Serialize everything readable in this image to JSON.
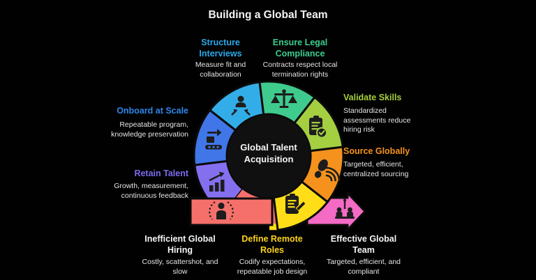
{
  "title": "Building a Global Team",
  "center_label": "Global Talent Acquisition",
  "ring_steps": [
    {
      "label": "Structure Interviews",
      "desc": "Measure fit and collaboration",
      "label_color": "#29A9E8",
      "segment_color": "#33ADE8",
      "icon": "person-arrows-icon"
    },
    {
      "label": "Ensure Legal Compliance",
      "desc": "Contracts respect local termination rights",
      "label_color": "#3BCE8E",
      "segment_color": "#3FCB8E",
      "icon": "scales-icon"
    },
    {
      "label": "Validate Skills",
      "desc": "Standardized assessments reduce hiring risk",
      "label_color": "#A5CE3B",
      "segment_color": "#A3CF41",
      "icon": "clipboard-check-icon"
    },
    {
      "label": "Source Globally",
      "desc": "Targeted, efficient, centralized sourcing",
      "label_color": "#F7941E",
      "segment_color": "#F5921E",
      "icon": "footprint-waves-icon"
    },
    {
      "label": "Onboard at Scale",
      "desc": "Repeatable program, knowledge preservation",
      "label_color": "#2E86EA",
      "segment_color": "#4076E8",
      "icon": "conveyor-icon"
    },
    {
      "label": "Retain Talent",
      "desc": "Growth, measurement, continuous feedback",
      "label_color": "#7C6CEE",
      "segment_color": "#8470EF",
      "icon": "bar-chart-growth-icon"
    }
  ],
  "flow_steps": [
    {
      "label": "Inefficient Global Hiring",
      "desc": "Costly, scattershot, and slow",
      "label_color": "#FFFFFF",
      "band_color": "#F5706B",
      "icon": "dashed-person-icon"
    },
    {
      "label": "Define Remote Roles",
      "desc": "Codify expectations, repeatable job design",
      "label_color": "#FFD21E",
      "band_color": "#FFDE17",
      "icon": "clipboard-pencil-icon"
    },
    {
      "label": "Effective Global Team",
      "desc": "Targeted, efficient, and compliant",
      "label_color": "#FFFFFF",
      "band_color": "#F36BC4",
      "icon": "team-flag-icon"
    }
  ]
}
